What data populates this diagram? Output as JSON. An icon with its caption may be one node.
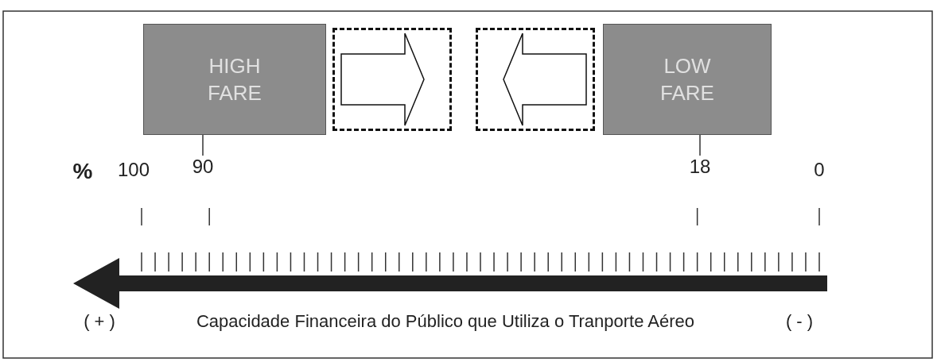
{
  "diagram": {
    "nodes": [
      {
        "text": [
          "HIGH FARE"
        ]
      },
      {
        "text": [],
        "shape": "box"
      },
      {
        "text": [],
        "shape": "box"
      },
      {
        "text": [
          "LOW FARE"
        ]
      },
      {
        "text": [
          "90"
        ]
      },
      {
        "text": [
          "18"
        ]
      }
    ],
    "edges": [
      {
        "from": 0,
        "to": 4,
        "arrow": "none"
      },
      {
        "from": 3,
        "to": 5,
        "arrow": "none"
      }
    ],
    "labels": [
      "%",
      "100",
      "0",
      "( + )",
      "Capacidade Financeira do Público que Utiliza o Tranporte Aéreo",
      "( - )"
    ]
  }
}
